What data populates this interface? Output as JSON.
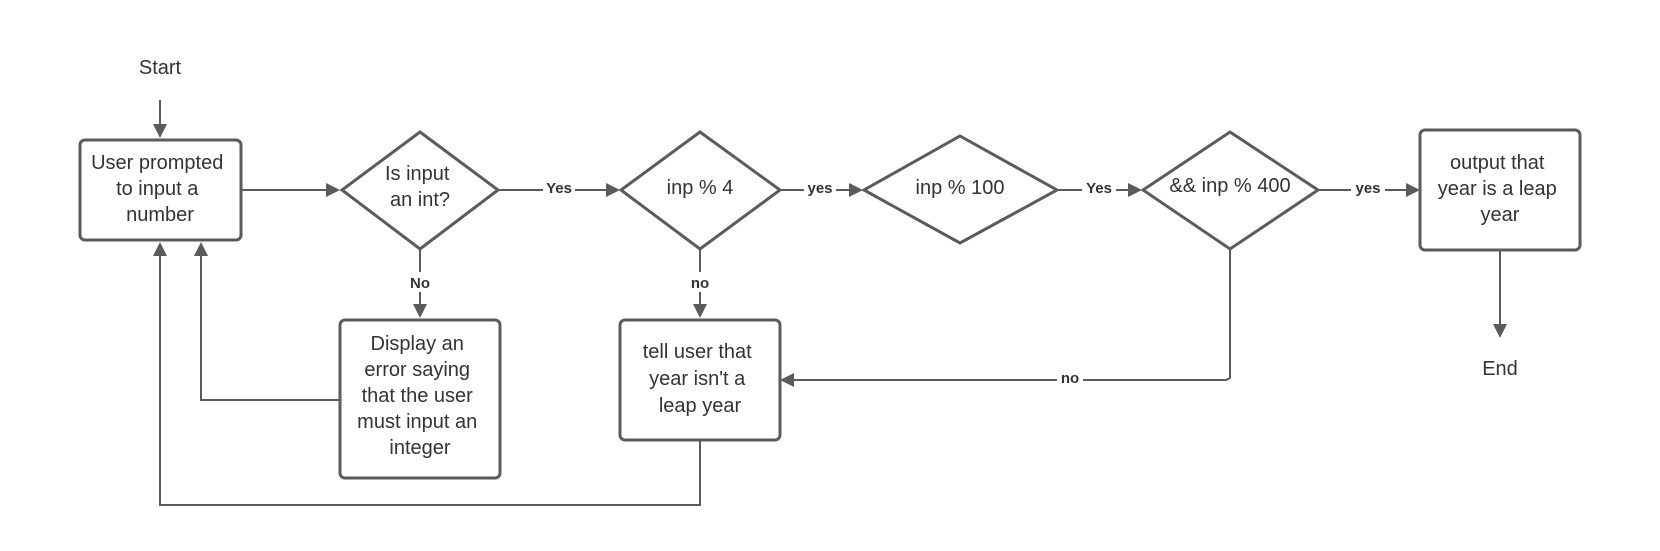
{
  "terminals": {
    "start": "Start",
    "end": "End"
  },
  "nodes": {
    "prompt": [
      "User prompted",
      "to input a",
      "number"
    ],
    "is_int": [
      "Is input",
      "an int?"
    ],
    "error": [
      "Display an",
      "error saying",
      "that the user",
      "must input an",
      "integer"
    ],
    "mod4": [
      "inp % 4"
    ],
    "not_leap": [
      "tell user that",
      "year isn't a",
      "leap year"
    ],
    "mod100": [
      "inp % 100"
    ],
    "mod400": [
      "&& inp % 400"
    ],
    "leap": [
      "output that",
      "year is a leap",
      "year"
    ]
  },
  "edge_labels": {
    "is_int_yes": "Yes",
    "is_int_no": "No",
    "mod4_yes": "yes",
    "mod4_no": "no",
    "mod100_yes": "Yes",
    "mod400_yes": "yes",
    "mod400_no": "no"
  },
  "colors": {
    "stroke": "#5b5b5b",
    "text": "#333333",
    "background": "#ffffff"
  }
}
